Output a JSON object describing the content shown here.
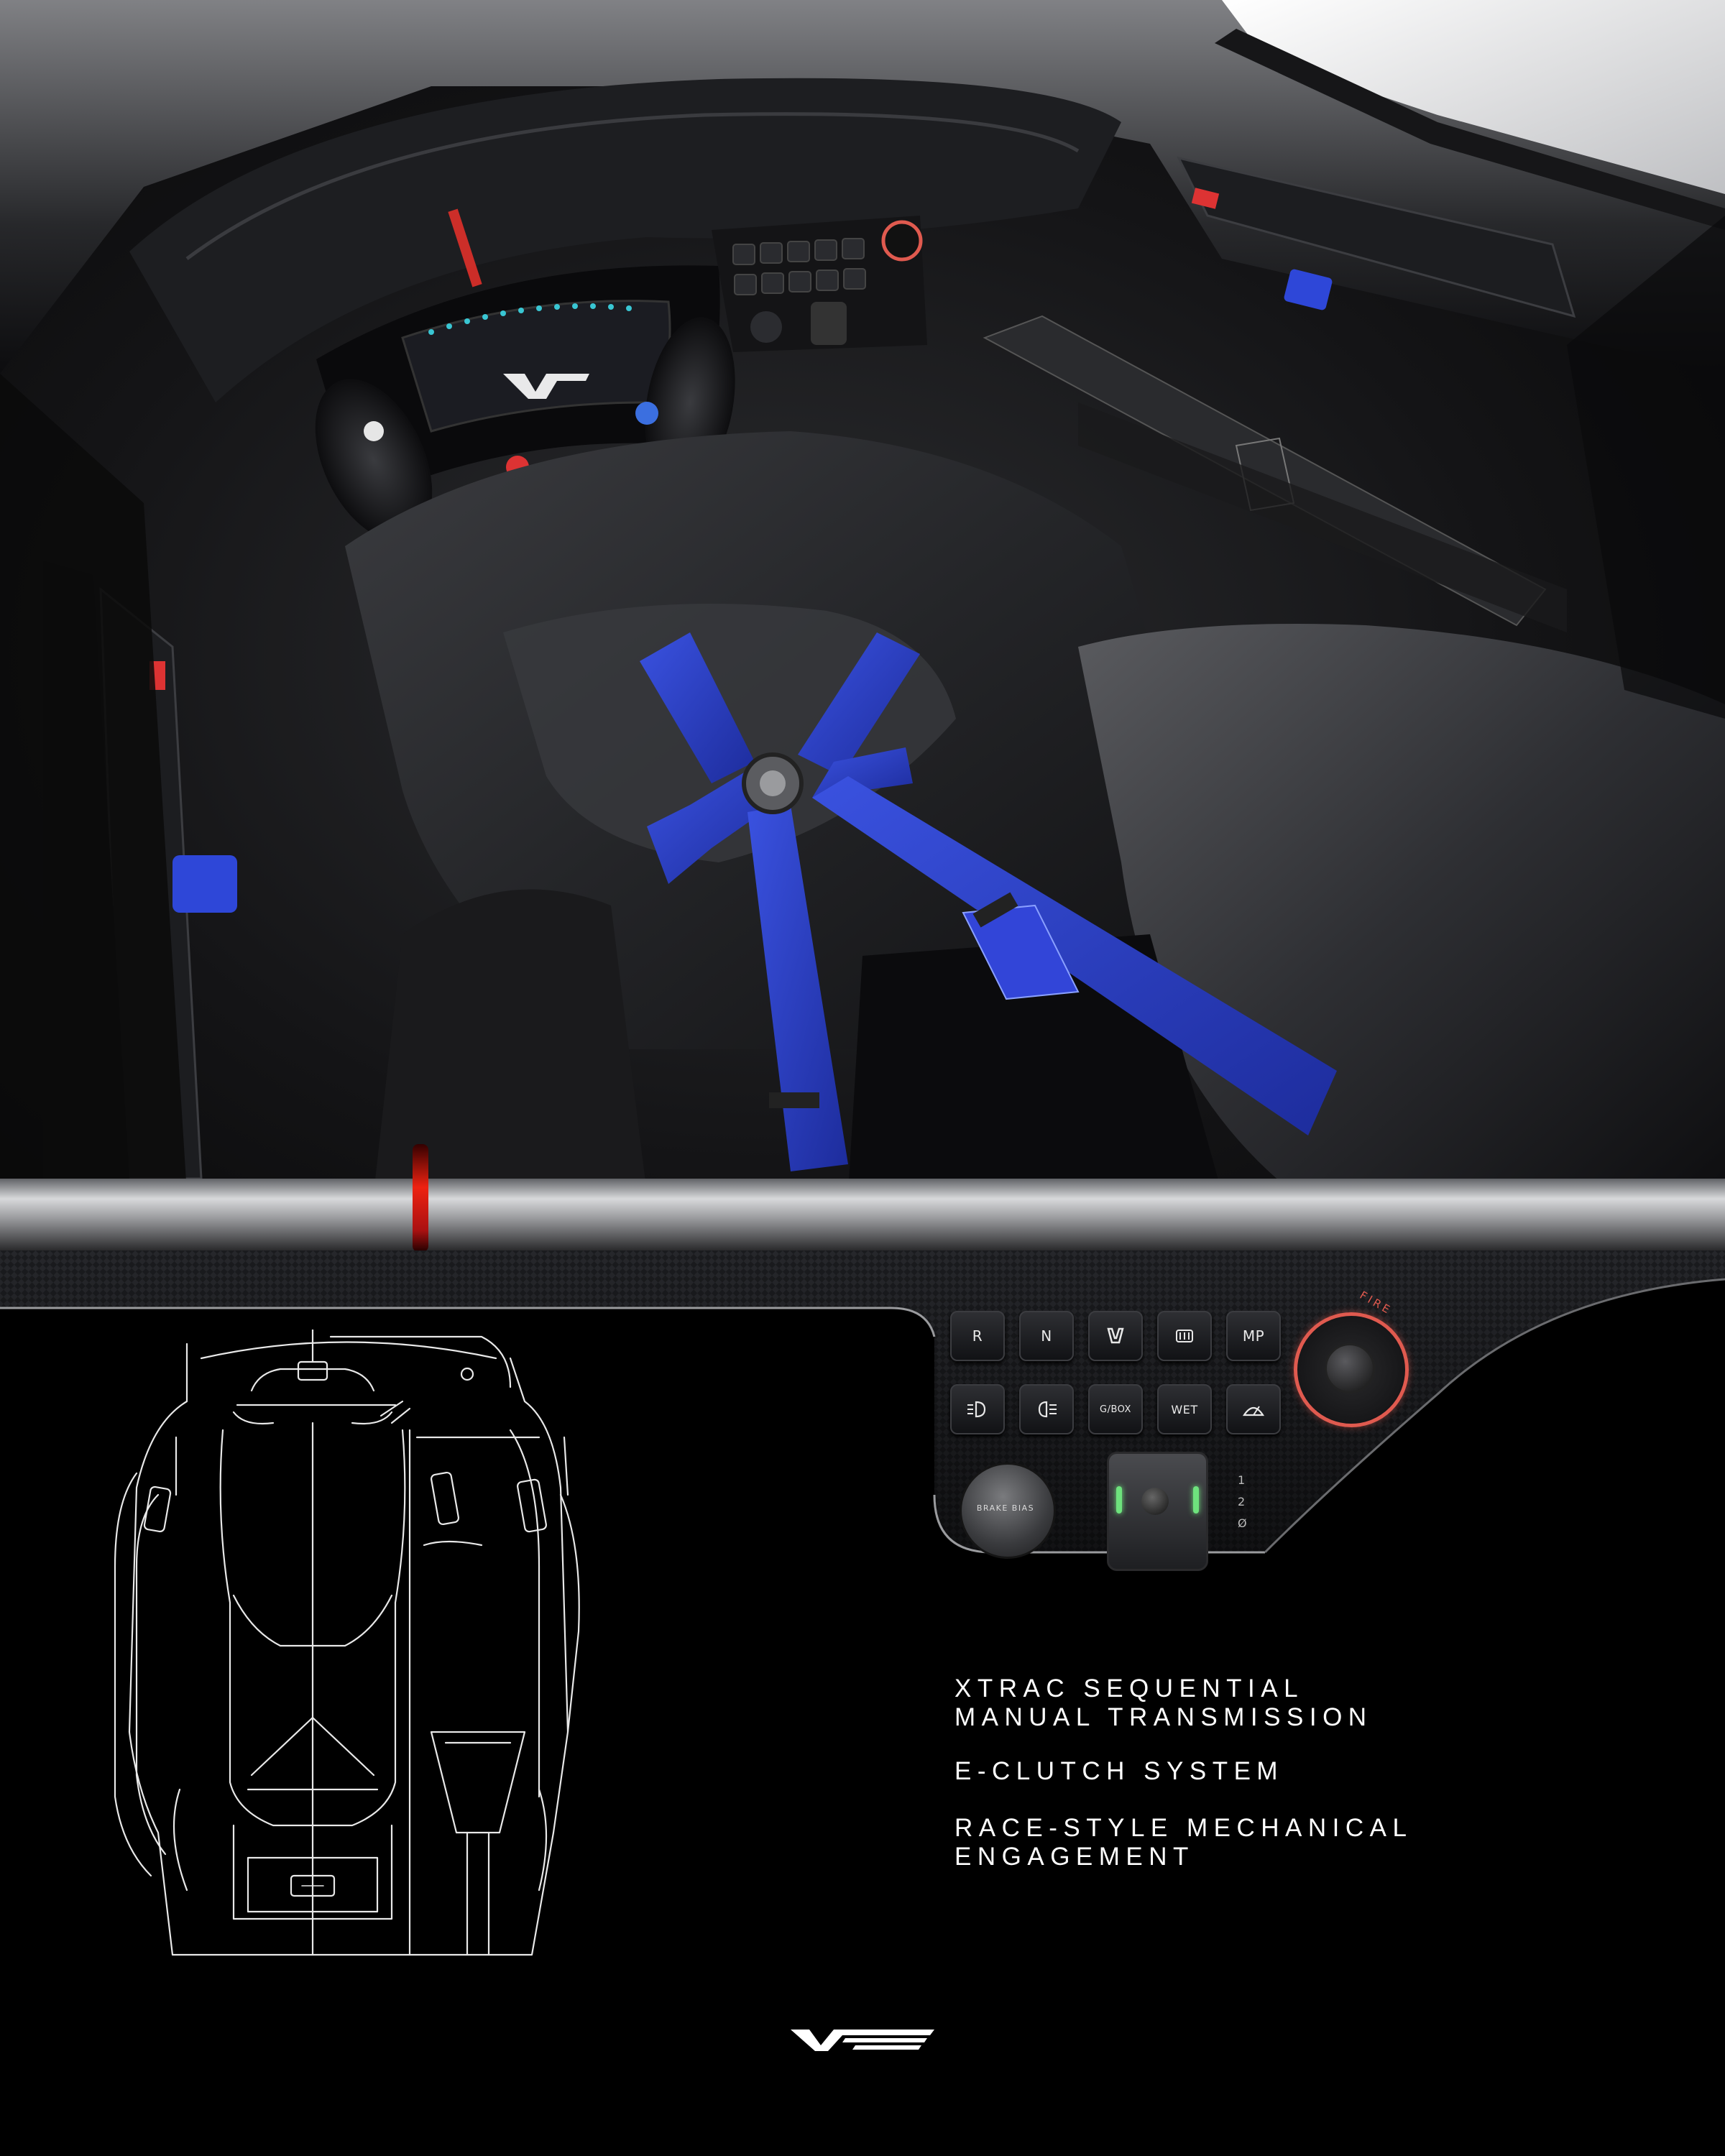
{
  "brand": {
    "logo": "V-Series"
  },
  "console": {
    "buttons_row1": [
      "R",
      "N",
      "",
      "",
      "MP"
    ],
    "buttons_row1_icons": [
      "",
      "",
      "seat-icon",
      "rear-defrost-icon",
      ""
    ],
    "buttons_row2": [
      "",
      "",
      "G/BOX",
      "WET",
      ""
    ],
    "buttons_row2_icons": [
      "headlight-icon",
      "high-beam-icon",
      "",
      "",
      "wiper-icon"
    ],
    "fire_label": "FIRE",
    "brake_bias_label": "BRAKE BIAS",
    "gear_marks": [
      "1",
      "2",
      "Ø"
    ]
  },
  "features": [
    {
      "line1": "XTRAC SEQUENTIAL",
      "line2": "MANUAL TRANSMISSION"
    },
    {
      "line1": "E-CLUTCH SYSTEM",
      "line2": ""
    },
    {
      "line1": "RACE-STYLE MECHANICAL",
      "line2": "ENGAGEMENT"
    }
  ],
  "colors": {
    "harness_blue": "#2b3fc9",
    "fire_ring": "#e05a4f",
    "gear_led": "#6ee27d",
    "background": "#000000"
  }
}
